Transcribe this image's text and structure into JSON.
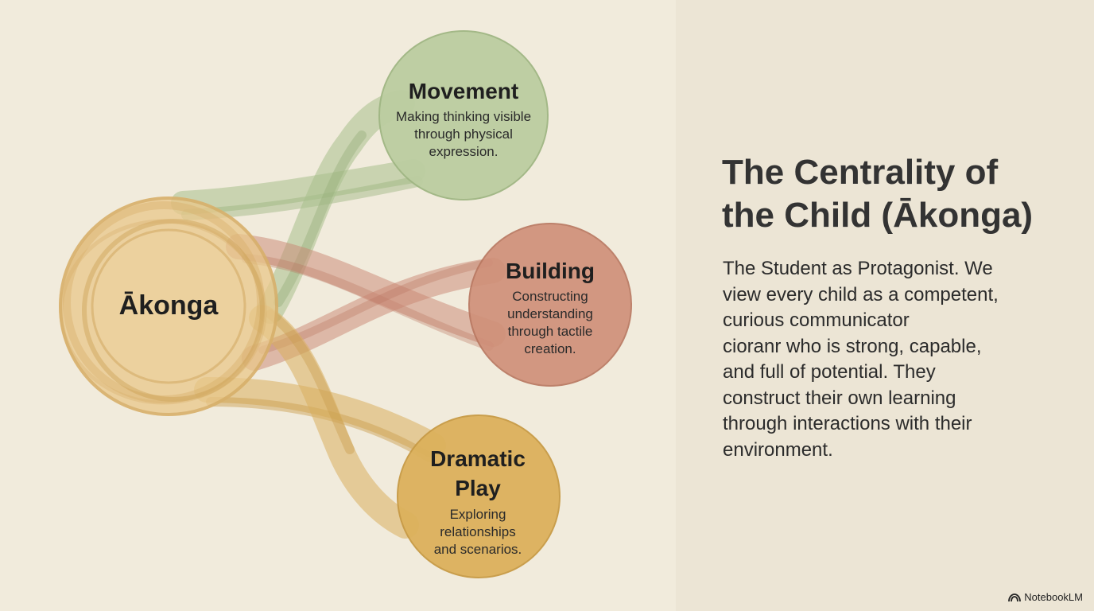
{
  "diagram": {
    "center": {
      "label": "Ākonga"
    },
    "nodes": [
      {
        "id": "movement",
        "title": "Movement",
        "description": "Making thinking visible through physical expression.",
        "description_lines": [
          "Making thinking visible",
          "through physical",
          "expression."
        ]
      },
      {
        "id": "building",
        "title": "Building",
        "description": "Constructing understanding through tactile creation.",
        "description_lines": [
          "Constructing",
          "understanding",
          "through tactile",
          "creation."
        ]
      },
      {
        "id": "dramatic-play",
        "title": "Dramatic Play",
        "title_lines": [
          "Dramatic",
          "Play"
        ],
        "description": "Exploring relationships and scenarios.",
        "description_lines": [
          "Exploring",
          "relationships",
          "and scenarios."
        ]
      }
    ],
    "colors": {
      "center": "#e6c27d",
      "movement": "#b8c99c",
      "building": "#c98b74",
      "dramatic_play": "#d9ae59"
    }
  },
  "slide": {
    "title_lines": [
      "The Centrality of",
      "the Child (Ākonga)"
    ],
    "body_lines": [
      "The Student as Protagonist. We",
      "view every child as a competent,",
      "curious communicator",
      "cioranr who is strong, capable,",
      "and full of potential. They",
      "construct their own learning",
      "through interactions with their",
      "environment."
    ]
  },
  "brand": {
    "label": "NotebookLM",
    "icon": "notebooklm-logo-icon"
  }
}
